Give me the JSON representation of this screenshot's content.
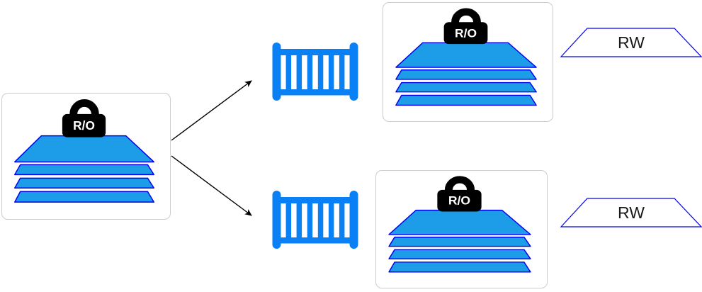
{
  "colors": {
    "background": "#ffffff",
    "layer_fill": "#1d9de8",
    "layer_stroke": "#0000f0",
    "crib_blue": "#0a80f5",
    "box_border": "#cccccc",
    "lock_fill": "#000000",
    "lock_text": "#ffffff",
    "rw_stroke": "#0000f0",
    "rw_text": "#1a1a1a",
    "arrow": "#000000"
  },
  "nodes": {
    "source_image": {
      "lock_label": "R/O"
    },
    "container_top": {
      "lock_label": "R/O",
      "rw_label": "RW"
    },
    "container_bottom": {
      "lock_label": "R/O",
      "rw_label": "RW"
    }
  },
  "icons": {
    "lock": "padlock-icon",
    "container_top": "crib-container-icon",
    "container_bottom": "crib-container-icon"
  }
}
